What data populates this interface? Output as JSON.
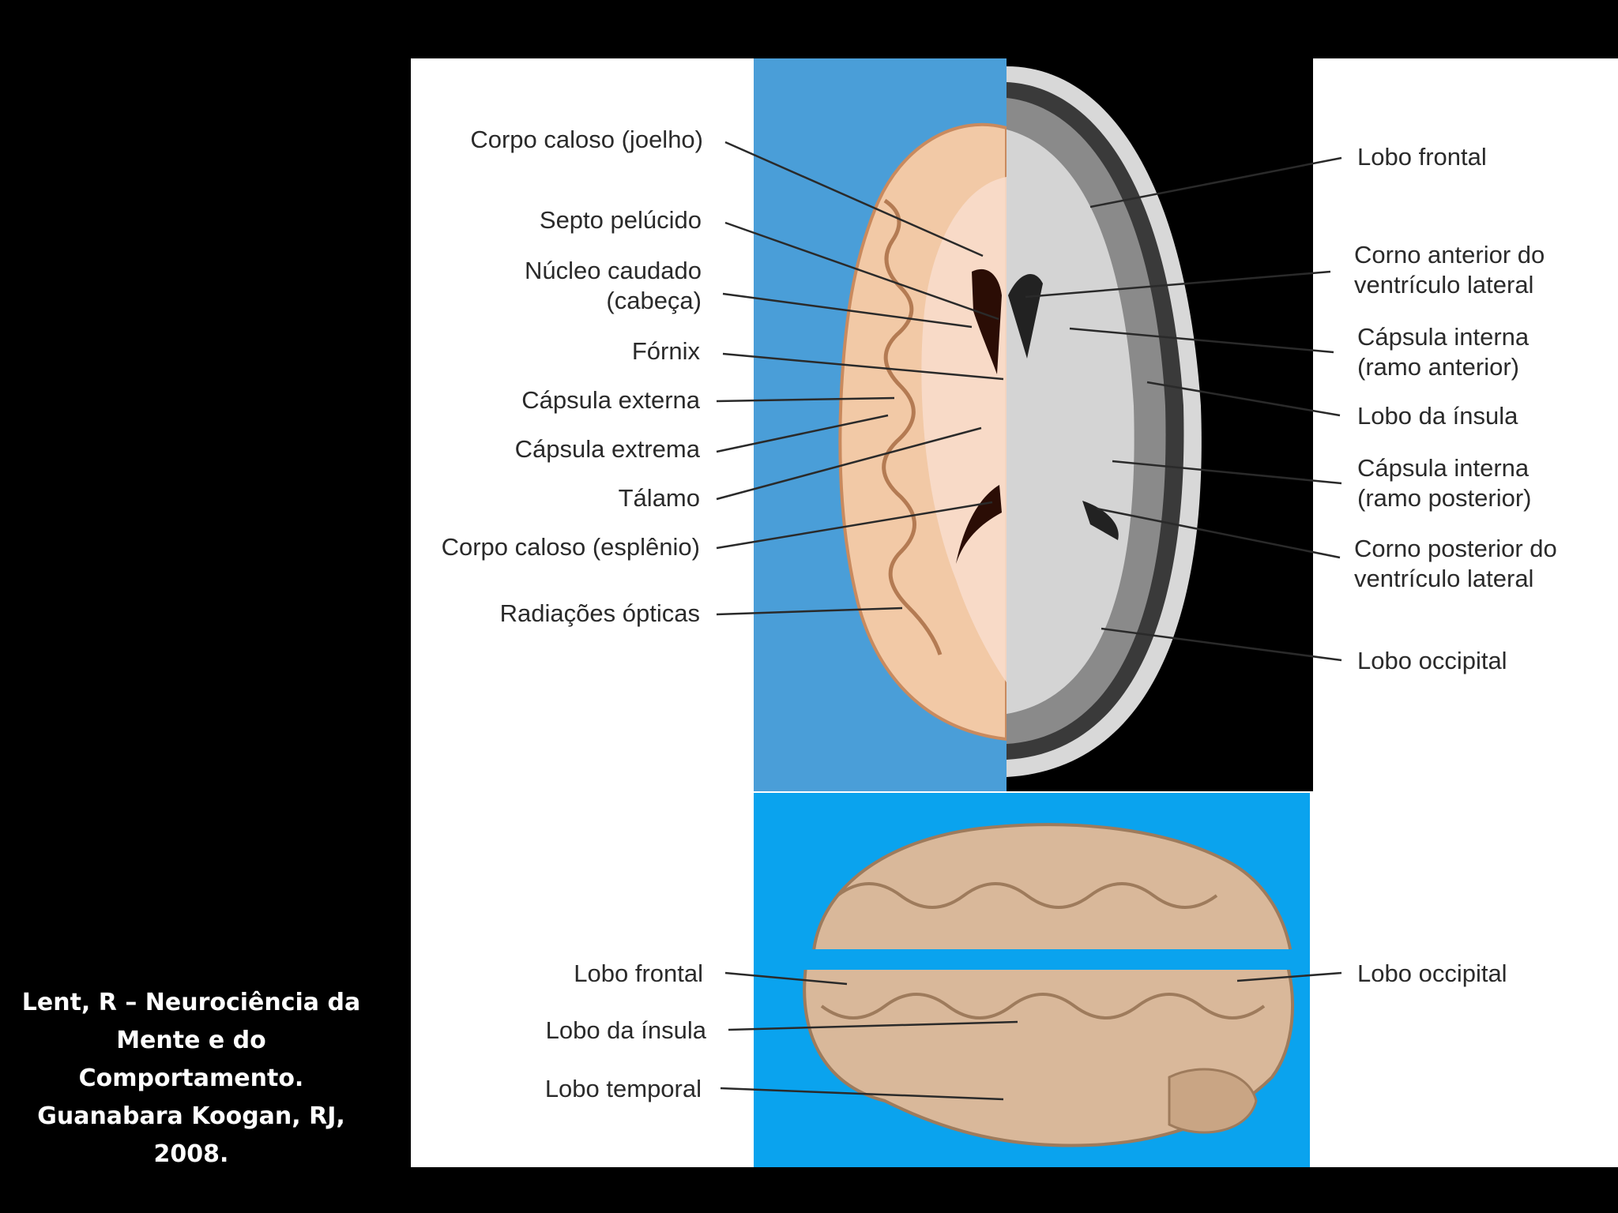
{
  "citation": {
    "lines": [
      "Lent, R – Neurociência da",
      "Mente e do",
      "Comportamento.",
      "Guanabara Koogan, RJ,",
      "2008."
    ]
  },
  "colors": {
    "page_bg": "#000000",
    "figure_bg": "#ffffff",
    "panel_blue_top": "#4a9ed8",
    "panel_blue_bottom": "#0aa3ee",
    "brain_tissue": "#f2c9a6",
    "mri_dark": "#000000",
    "leader_line": "#2a2a2a"
  },
  "axial_section": {
    "left_labels": [
      {
        "id": "corpo-caloso-joelho",
        "text": "Corpo caloso (joelho)"
      },
      {
        "id": "septo-pelucido",
        "text": "Septo pelúcido"
      },
      {
        "id": "nucleo-caudado",
        "text": "Núcleo caudado\n(cabeça)"
      },
      {
        "id": "fornix",
        "text": "Fórnix"
      },
      {
        "id": "capsula-externa",
        "text": "Cápsula externa"
      },
      {
        "id": "capsula-extrema",
        "text": "Cápsula extrema"
      },
      {
        "id": "talamo",
        "text": "Tálamo"
      },
      {
        "id": "corpo-caloso-esplenio",
        "text": "Corpo caloso (esplênio)"
      },
      {
        "id": "radiacoes-opticas",
        "text": "Radiações ópticas"
      }
    ],
    "right_labels": [
      {
        "id": "lobo-frontal",
        "text": "Lobo frontal"
      },
      {
        "id": "corno-anterior",
        "text": "Corno anterior do\nventrículo lateral"
      },
      {
        "id": "capsula-interna-anterior",
        "text": "Cápsula interna\n(ramo anterior)"
      },
      {
        "id": "lobo-insula",
        "text": "Lobo da ínsula"
      },
      {
        "id": "capsula-interna-posterior",
        "text": "Cápsula interna\n(ramo posterior)"
      },
      {
        "id": "corno-posterior",
        "text": "Corno posterior do\nventrículo lateral"
      },
      {
        "id": "lobo-occipital",
        "text": "Lobo occipital"
      }
    ]
  },
  "lateral_view": {
    "left_labels": [
      {
        "id": "lobo-frontal",
        "text": "Lobo frontal"
      },
      {
        "id": "lobo-insula",
        "text": "Lobo da ínsula"
      },
      {
        "id": "lobo-temporal",
        "text": "Lobo temporal"
      }
    ],
    "right_labels": [
      {
        "id": "lobo-occipital",
        "text": "Lobo occipital"
      }
    ]
  }
}
